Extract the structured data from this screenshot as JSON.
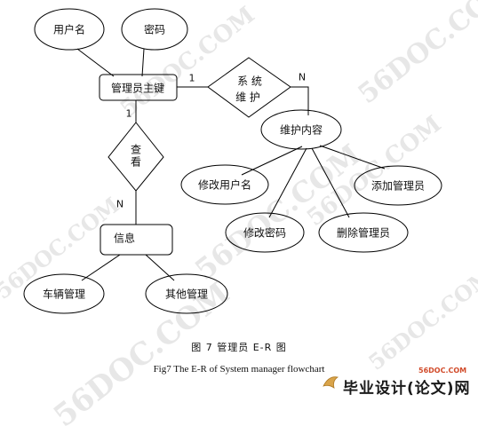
{
  "entities": {
    "admin_key": "管理员主键",
    "info": "信息"
  },
  "attributes": {
    "username": "用户名",
    "password": "密码",
    "maintain_content": "维护内容",
    "modify_username": "修改用户名",
    "modify_password": "修改密码",
    "add_admin": "添加管理员",
    "delete_admin": "删除管理员",
    "vehicle_mgmt": "车辆管理",
    "other_mgmt": "其他管理"
  },
  "relations": {
    "system_maintain_line1": "系 统",
    "system_maintain_line2": "维 护",
    "view": "查看"
  },
  "cardinality": {
    "maintain_left": "1",
    "maintain_right": "N",
    "view_top": "1",
    "view_bottom": "N"
  },
  "caption": {
    "chinese": "图 7    管理员 E-R 图",
    "english": "Fig7    The E-R of System manager flowchart"
  },
  "watermarks": {
    "text": "56DOC.COM",
    "logo_site": "56DOC.COM",
    "logo_main": "毕业设计(论文)网"
  },
  "colors": {
    "stroke": "#000000",
    "watermark": "#e5e5e5",
    "logo_accent": "#d14b2a"
  }
}
